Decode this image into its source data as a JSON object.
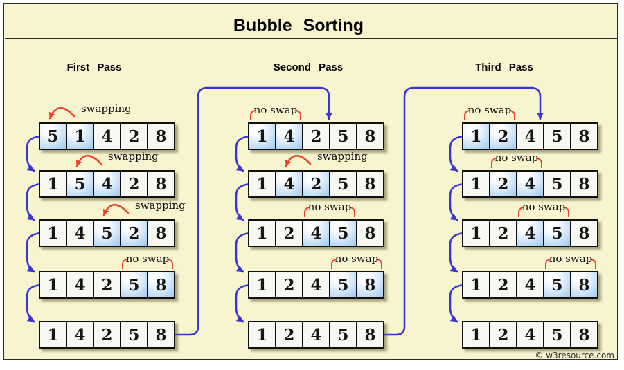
{
  "title": "Bubble Sorting",
  "watermark": "© w3resource.com",
  "colors": {
    "canvas_background": "#f8f4d0",
    "frame_border": "#2d2b26",
    "cell_background": "#f7f7f4",
    "cell_highlight_blue": "#9fc8ee",
    "swap_annotation_red": "#e8432c",
    "connector_blue": "#3b36cf",
    "text": "#000000"
  },
  "passes": [
    {
      "label": "First Pass",
      "rows": [
        {
          "values": [
            "5",
            "1",
            "4",
            "2",
            "8"
          ],
          "highlight": [
            0,
            1
          ],
          "annotation": {
            "type": "swap",
            "label": "swapping",
            "cells": [
              0,
              1
            ]
          }
        },
        {
          "values": [
            "1",
            "5",
            "4",
            "2",
            "8"
          ],
          "highlight": [
            1,
            2
          ],
          "annotation": {
            "type": "swap",
            "label": "swapping",
            "cells": [
              1,
              2
            ]
          }
        },
        {
          "values": [
            "1",
            "4",
            "5",
            "2",
            "8"
          ],
          "highlight": [
            2,
            3
          ],
          "annotation": {
            "type": "swap",
            "label": "swapping",
            "cells": [
              2,
              3
            ]
          }
        },
        {
          "values": [
            "1",
            "4",
            "2",
            "5",
            "8"
          ],
          "highlight": [
            3,
            4
          ],
          "annotation": {
            "type": "noswap",
            "label": "no swap",
            "cells": [
              3,
              4
            ]
          }
        },
        {
          "values": [
            "1",
            "4",
            "2",
            "5",
            "8"
          ],
          "highlight": [],
          "annotation": null
        }
      ]
    },
    {
      "label": "Second Pass",
      "rows": [
        {
          "values": [
            "1",
            "4",
            "2",
            "5",
            "8"
          ],
          "highlight": [
            0,
            1
          ],
          "annotation": {
            "type": "noswap",
            "label": "no swap",
            "cells": [
              0,
              1
            ]
          }
        },
        {
          "values": [
            "1",
            "4",
            "2",
            "5",
            "8"
          ],
          "highlight": [
            1,
            2
          ],
          "annotation": {
            "type": "swap",
            "label": "swapping",
            "cells": [
              1,
              2
            ]
          }
        },
        {
          "values": [
            "1",
            "2",
            "4",
            "5",
            "8"
          ],
          "highlight": [
            2,
            3
          ],
          "annotation": {
            "type": "noswap",
            "label": "no swap",
            "cells": [
              2,
              3
            ]
          }
        },
        {
          "values": [
            "1",
            "2",
            "4",
            "5",
            "8"
          ],
          "highlight": [
            3,
            4
          ],
          "annotation": {
            "type": "noswap",
            "label": "no swap",
            "cells": [
              3,
              4
            ]
          }
        },
        {
          "values": [
            "1",
            "2",
            "4",
            "5",
            "8"
          ],
          "highlight": [],
          "annotation": null
        }
      ]
    },
    {
      "label": "Third Pass",
      "rows": [
        {
          "values": [
            "1",
            "2",
            "4",
            "5",
            "8"
          ],
          "highlight": [
            0,
            1
          ],
          "annotation": {
            "type": "noswap",
            "label": "no swap",
            "cells": [
              0,
              1
            ]
          }
        },
        {
          "values": [
            "1",
            "2",
            "4",
            "5",
            "8"
          ],
          "highlight": [
            1,
            2
          ],
          "annotation": {
            "type": "noswap",
            "label": "no swap",
            "cells": [
              1,
              2
            ]
          }
        },
        {
          "values": [
            "1",
            "2",
            "4",
            "5",
            "8"
          ],
          "highlight": [
            2,
            3
          ],
          "annotation": {
            "type": "noswap",
            "label": "no swap",
            "cells": [
              2,
              3
            ]
          }
        },
        {
          "values": [
            "1",
            "2",
            "4",
            "5",
            "8"
          ],
          "highlight": [
            3,
            4
          ],
          "annotation": {
            "type": "noswap",
            "label": "no swap",
            "cells": [
              3,
              4
            ]
          }
        },
        {
          "values": [
            "1",
            "2",
            "4",
            "5",
            "8"
          ],
          "highlight": [],
          "annotation": null
        }
      ]
    }
  ]
}
